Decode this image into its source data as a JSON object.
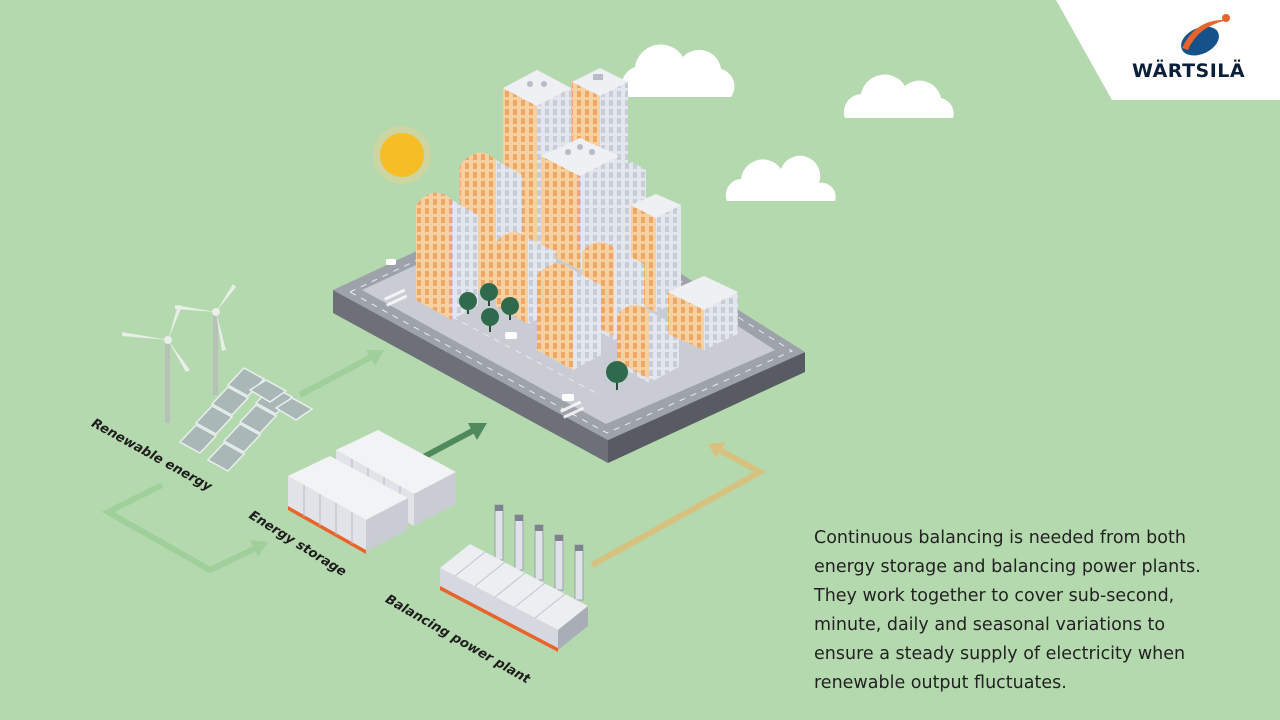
{
  "logo": {
    "text": "WÄRTSILÄ",
    "brand_colors": {
      "blue": "#15528a",
      "orange": "#e8642b",
      "navy": "#0b1f3a"
    }
  },
  "labels": {
    "renewable": "Renewable energy",
    "storage": "Energy storage",
    "plant": "Balancing power plant"
  },
  "description": {
    "lines": [
      "Continuous balancing is needed from both",
      "energy storage and balancing power plants.",
      "They work together to cover sub-second,",
      "minute, daily and seasonal variations to",
      "ensure a steady supply of electricity when",
      "renewable output fluctuates."
    ]
  },
  "colors": {
    "background": "#b5d9ae",
    "arrow_renewable": "#9fcf9b",
    "arrow_storage": "#4f8a5c",
    "arrow_plant": "#d6c27e",
    "sun": "#f5be26",
    "window": "#f4c08a"
  },
  "icons": [
    "sun-icon",
    "cloud-icon",
    "wind-turbine-icon",
    "solar-panel-icon",
    "battery-container-icon",
    "power-plant-icon",
    "city-icon"
  ]
}
